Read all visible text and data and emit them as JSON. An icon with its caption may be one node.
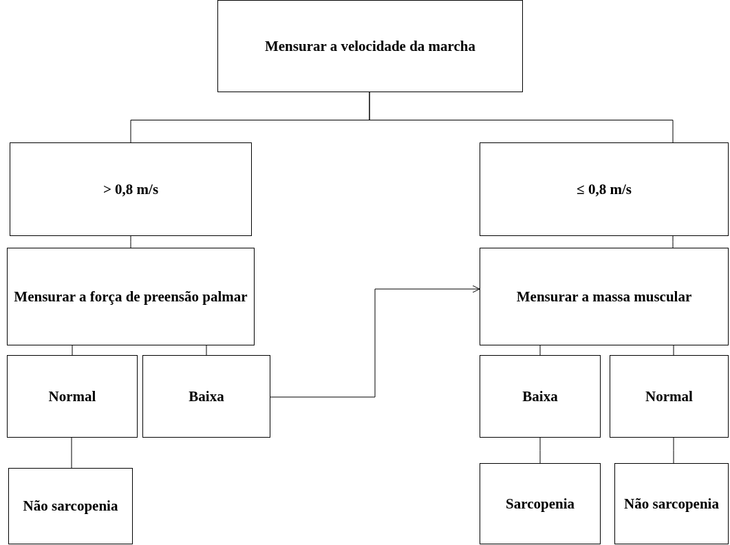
{
  "diagram": {
    "nodes": [
      {
        "text": [
          "Mensurar a velocidade da marcha"
        ]
      },
      {
        "text": [
          "> 0,8 m/s"
        ]
      },
      {
        "text": [
          "≤ 0,8 m/s"
        ]
      },
      {
        "text": [
          "Mensurar a força de preensão palmar"
        ]
      },
      {
        "text": [
          "Mensurar a massa muscular"
        ]
      },
      {
        "text": [
          "Normal"
        ]
      },
      {
        "text": [
          "Baixa"
        ]
      },
      {
        "text": [
          "Baixa"
        ]
      },
      {
        "text": [
          "Normal"
        ]
      },
      {
        "text": [
          "Não sarcopenia"
        ]
      },
      {
        "text": [
          "Sarcopenia"
        ]
      },
      {
        "text": [
          "Não sarcopenia"
        ]
      }
    ],
    "edges": [
      {
        "from": 0,
        "to": 1,
        "arrow": "none"
      },
      {
        "from": 0,
        "to": 2,
        "arrow": "none"
      },
      {
        "from": 1,
        "to": 3,
        "arrow": "none"
      },
      {
        "from": 3,
        "to": 5,
        "arrow": "none"
      },
      {
        "from": 3,
        "to": 6,
        "arrow": "none"
      },
      {
        "from": 6,
        "to": 4,
        "arrow": "to"
      },
      {
        "from": 2,
        "to": 4,
        "arrow": "none"
      },
      {
        "from": 4,
        "to": 7,
        "arrow": "none"
      },
      {
        "from": 4,
        "to": 8,
        "arrow": "none"
      },
      {
        "from": 5,
        "to": 9,
        "arrow": "none"
      },
      {
        "from": 7,
        "to": 10,
        "arrow": "none"
      },
      {
        "from": 8,
        "to": 11,
        "arrow": "none"
      }
    ]
  }
}
